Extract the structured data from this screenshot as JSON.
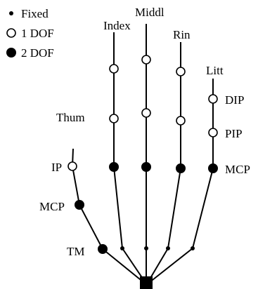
{
  "legend": {
    "fixed": "Fixed",
    "one_dof": "1 DOF",
    "two_dof": "2 DOF"
  },
  "fingers": {
    "thumb": "Thum",
    "index": "Index",
    "middle": "Middl",
    "ring": "Rin",
    "little": "Litt"
  },
  "joints": {
    "ip": "IP",
    "mcp_thumb": "MCP",
    "tm": "TM",
    "dip": "DIP",
    "pip": "PIP",
    "mcp": "MCP"
  },
  "colors": {
    "stroke": "#000000",
    "background": "#ffffff"
  }
}
